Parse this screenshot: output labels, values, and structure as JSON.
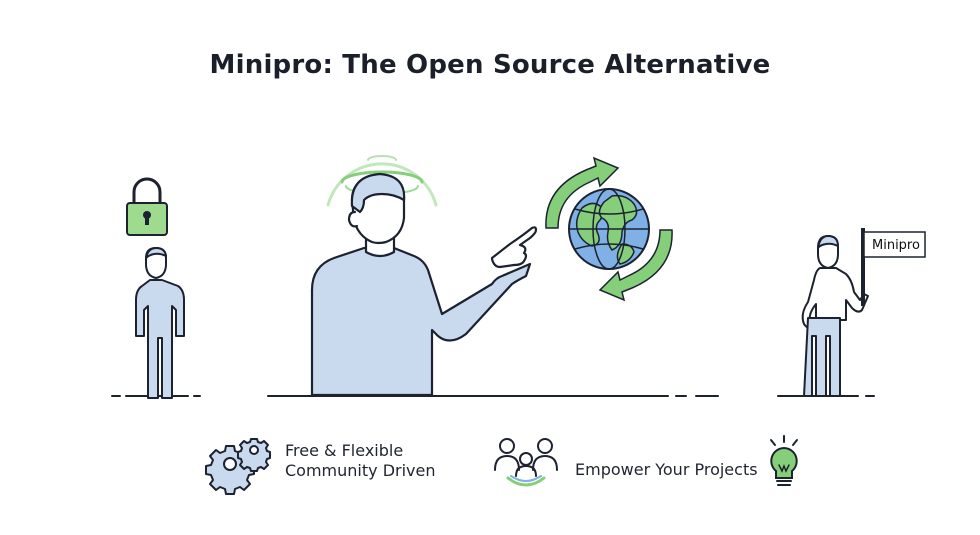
{
  "header": {
    "title": "Minipro: The Open Source Alternative"
  },
  "flag": {
    "label": "Minipro"
  },
  "features": [
    {
      "line1": "Free & Flexible",
      "line2": "Community Driven",
      "icon": "gears-icon"
    },
    {
      "label": "Empower Your Projects",
      "icon": "community-icon",
      "icon2": "lightbulb-icon"
    }
  ],
  "colors": {
    "figure_fill": "#c9d9ee",
    "outline": "#1c2230",
    "accent_green": "#86cf7a",
    "accent_green_light": "#bfe6b5",
    "globe_blue": "#7fb0e6"
  }
}
